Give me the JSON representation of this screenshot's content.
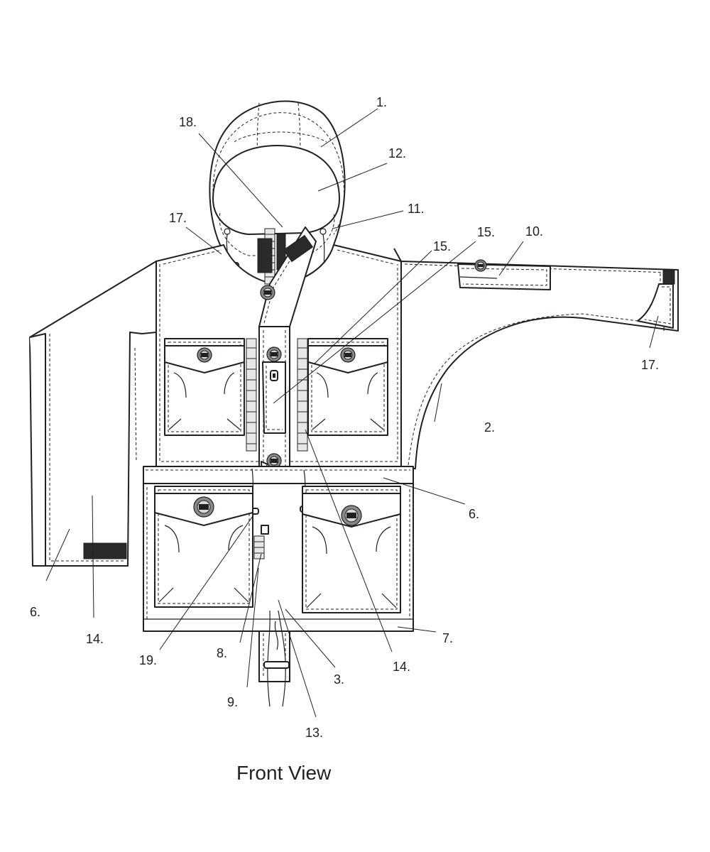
{
  "caption": "Front View",
  "callouts": {
    "c1": "1.",
    "c2": "2.",
    "c3": "3.",
    "c6a": "6.",
    "c6b": "6.",
    "c7": "7.",
    "c8": "8.",
    "c9": "9.",
    "c10": "10.",
    "c11": "11.",
    "c12": "12.",
    "c13": "13.",
    "c14a": "14.",
    "c14b": "14.",
    "c15a": "15.",
    "c15b": "15.",
    "c17a": "17.",
    "c17b": "17.",
    "c18": "18.",
    "c19": "19."
  }
}
